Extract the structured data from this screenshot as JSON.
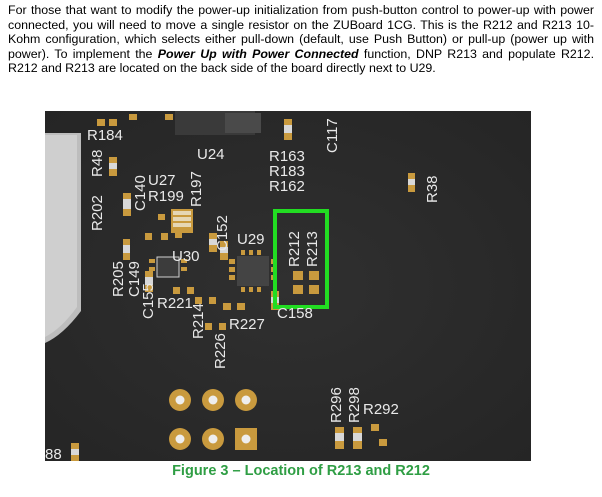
{
  "paragraph": {
    "part1": "For those that want to modify the power-up initialization from push-button control to power-up with power connected, you will need to move a single resistor on the ZUBoard 1CG. This is the R212 and R213 10-Kohm configuration, which selects either pull-down (default, use Push Button) or pull-up (power up with power). To implement the ",
    "emphasis": "Power Up with Power Connected",
    "part2": " function, DNP R213 and populate R212. R212 and R213 are located on the back side of the board directly next to U29."
  },
  "caption": "Figure 3 – Location of R213 and R212",
  "board_labels": {
    "r184": "R184",
    "u24": "U24",
    "r163": "R163",
    "r183": "R183",
    "r162": "R162",
    "c117": "C117",
    "r48": "R48",
    "r38": "R38",
    "c140": "C140",
    "u27": "U27",
    "r199": "R199",
    "r197": "R197",
    "r202": "R202",
    "c152": "C152",
    "u29": "U29",
    "r212": "R212",
    "r213": "R213",
    "u30": "U30",
    "r205": "R205",
    "c149": "C149",
    "c155": "C155",
    "r221": "R221",
    "r214": "R214",
    "r227": "R227",
    "c158": "C158",
    "r226": "R226",
    "r296": "R296",
    "r298": "R298",
    "r292": "R292",
    "corner": "88"
  },
  "colors": {
    "caption_green": "#2f9e44",
    "highlight_green": "#22dd22",
    "board": "#2c2c2c",
    "silkscreen": "#e9e9e9",
    "pad": "#c99a3e"
  }
}
